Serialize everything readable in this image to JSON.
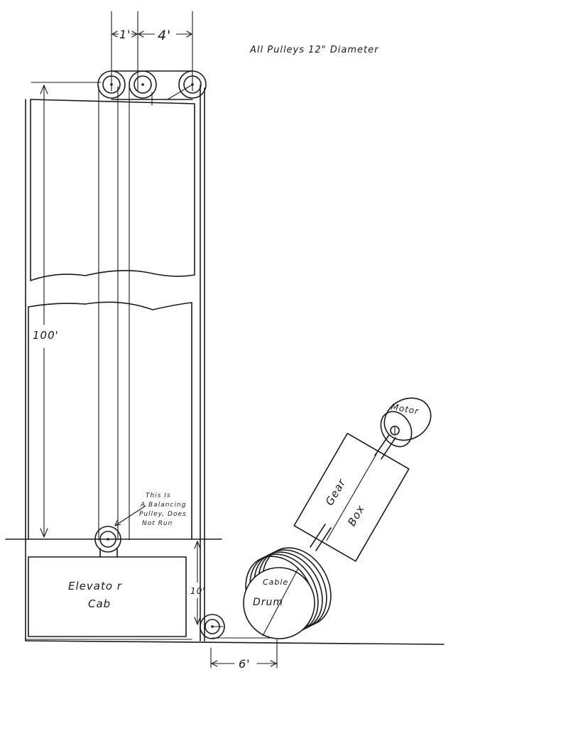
{
  "notes": {
    "pulley_note": "All Pulleys 12\" Diameter",
    "balancing_note": [
      "This Is",
      "A Balancing",
      "Pulley, Does",
      "Not Run"
    ]
  },
  "dimensions": {
    "top_left_spacing": "1'",
    "top_right_spacing": "4'",
    "shaft_height": "100'",
    "cab_clearance": "10'",
    "drum_offset": "6'"
  },
  "components": {
    "cab_line1": "Elevato r",
    "cab_line2": "Cab",
    "drum_line1": "Cable",
    "drum_line2": "Drum",
    "gearbox_line1": "Gear",
    "gearbox_line2": "Box",
    "motor": "Motor"
  }
}
